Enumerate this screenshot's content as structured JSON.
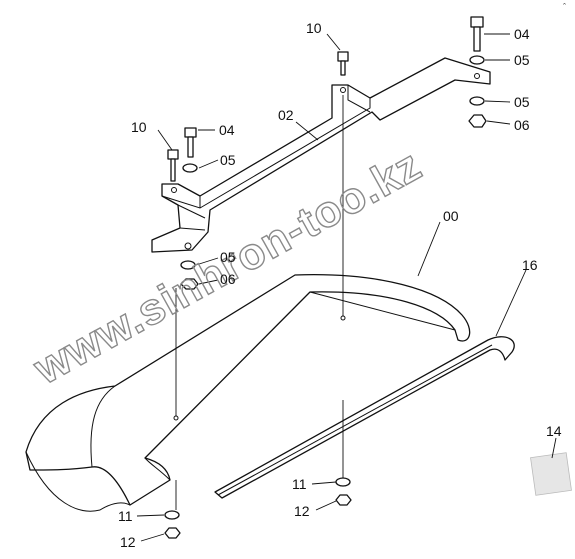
{
  "callouts": {
    "c10a": "10",
    "c04a": "04",
    "c05a": "05",
    "c05b": "05",
    "c06a": "06",
    "c02": "02",
    "c10b": "10",
    "c04b": "04",
    "c05c": "05",
    "c05d": "05",
    "c06b": "06",
    "c00": "00",
    "c16": "16",
    "c14": "14",
    "c11a": "11",
    "c12a": "12",
    "c11b": "11",
    "c12b": "12"
  },
  "watermark": "www.sinhron-too.kz",
  "corner_mark": "ˆ",
  "colors": {
    "line": "#111111",
    "watermark": "#8a8a8a",
    "sheet": "#e6e6e6"
  }
}
